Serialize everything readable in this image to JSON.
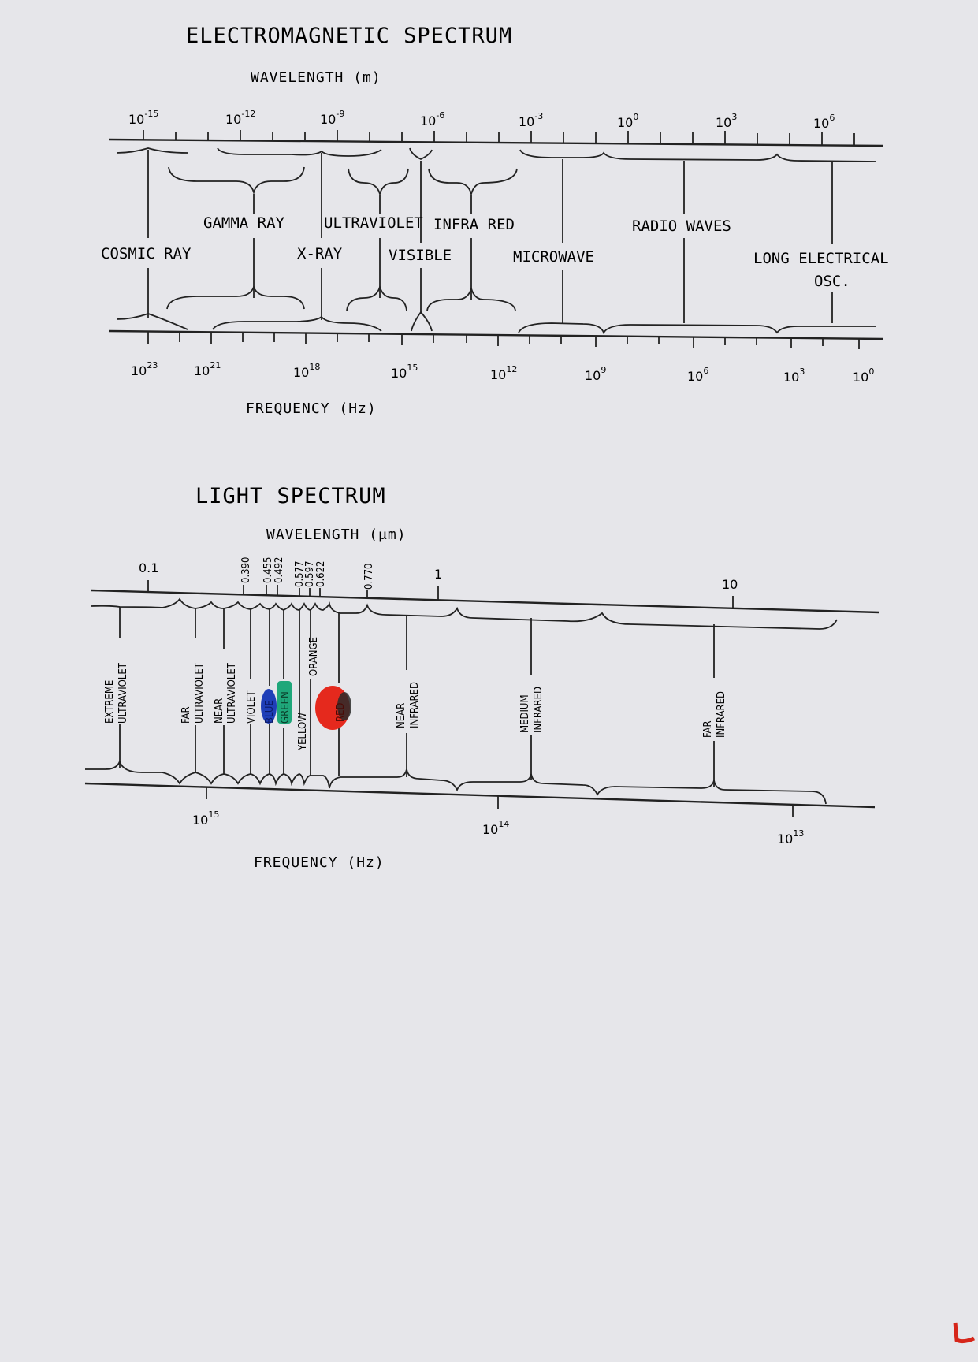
{
  "em": {
    "title": "ELECTROMAGNETIC SPECTRUM",
    "wavelength_label": "WAVELENGTH (m)",
    "frequency_label": "FREQUENCY (Hz)",
    "wavelength_ticks": [
      {
        "base": "10",
        "exp": "-15"
      },
      {
        "base": "10",
        "exp": "-12"
      },
      {
        "base": "10",
        "exp": "-9"
      },
      {
        "base": "10",
        "exp": "-6"
      },
      {
        "base": "10",
        "exp": "-3"
      },
      {
        "base": "10",
        "exp": "0"
      },
      {
        "base": "10",
        "exp": "3"
      },
      {
        "base": "10",
        "exp": "6"
      }
    ],
    "frequency_ticks": [
      {
        "base": "10",
        "exp": "23"
      },
      {
        "base": "10",
        "exp": "21"
      },
      {
        "base": "10",
        "exp": "18"
      },
      {
        "base": "10",
        "exp": "15"
      },
      {
        "base": "10",
        "exp": "12"
      },
      {
        "base": "10",
        "exp": "9"
      },
      {
        "base": "10",
        "exp": "6"
      },
      {
        "base": "10",
        "exp": "3"
      },
      {
        "base": "10",
        "exp": "0"
      }
    ],
    "bands": {
      "cosmic": "COSMIC RAY",
      "gamma": "GAMMA RAY",
      "xray": "X-RAY",
      "uv": "ULTRAVIOLET",
      "visible": "VISIBLE",
      "ir": "INFRA RED",
      "microwave": "MICROWAVE",
      "radio": "RADIO WAVES",
      "long1": "LONG ELECTRICAL",
      "long2": "OSC."
    }
  },
  "light": {
    "title": "LIGHT SPECTRUM",
    "wavelength_label": "WAVELENGTH (μm)",
    "frequency_label": "FREQUENCY (Hz)",
    "wl_top_labels": [
      "0.1",
      "1",
      "10"
    ],
    "wl_small_labels": [
      "0.390",
      "0.455",
      "0.492",
      "0.577",
      "0.597",
      "0.622",
      "0.770"
    ],
    "frequency_ticks": [
      {
        "base": "10",
        "exp": "15"
      },
      {
        "base": "10",
        "exp": "14"
      },
      {
        "base": "10",
        "exp": "13"
      }
    ],
    "bands": {
      "extreme_uv_1": "EXTREME",
      "extreme_uv_2": "ULTRAVIOLET",
      "far_uv_1": "FAR",
      "far_uv_2": "ULTRAVIOLET",
      "near_uv_1": "NEAR",
      "near_uv_2": "ULTRAVIOLET",
      "violet": "VIOLET",
      "blue": "BLUE",
      "green": "GREEN",
      "yellow": "YELLOW",
      "orange": "ORANGE",
      "red": "RED",
      "near_ir_1": "NEAR",
      "near_ir_2": "INFRARED",
      "medium_ir_1": "MEDIUM",
      "medium_ir_2": "INFRARED",
      "far_ir_1": "FAR",
      "far_ir_2": "INFRARED"
    },
    "highlight_colors": {
      "blue": "#1f3fb8",
      "green": "#1fa77a",
      "red": "#e5291d"
    }
  }
}
